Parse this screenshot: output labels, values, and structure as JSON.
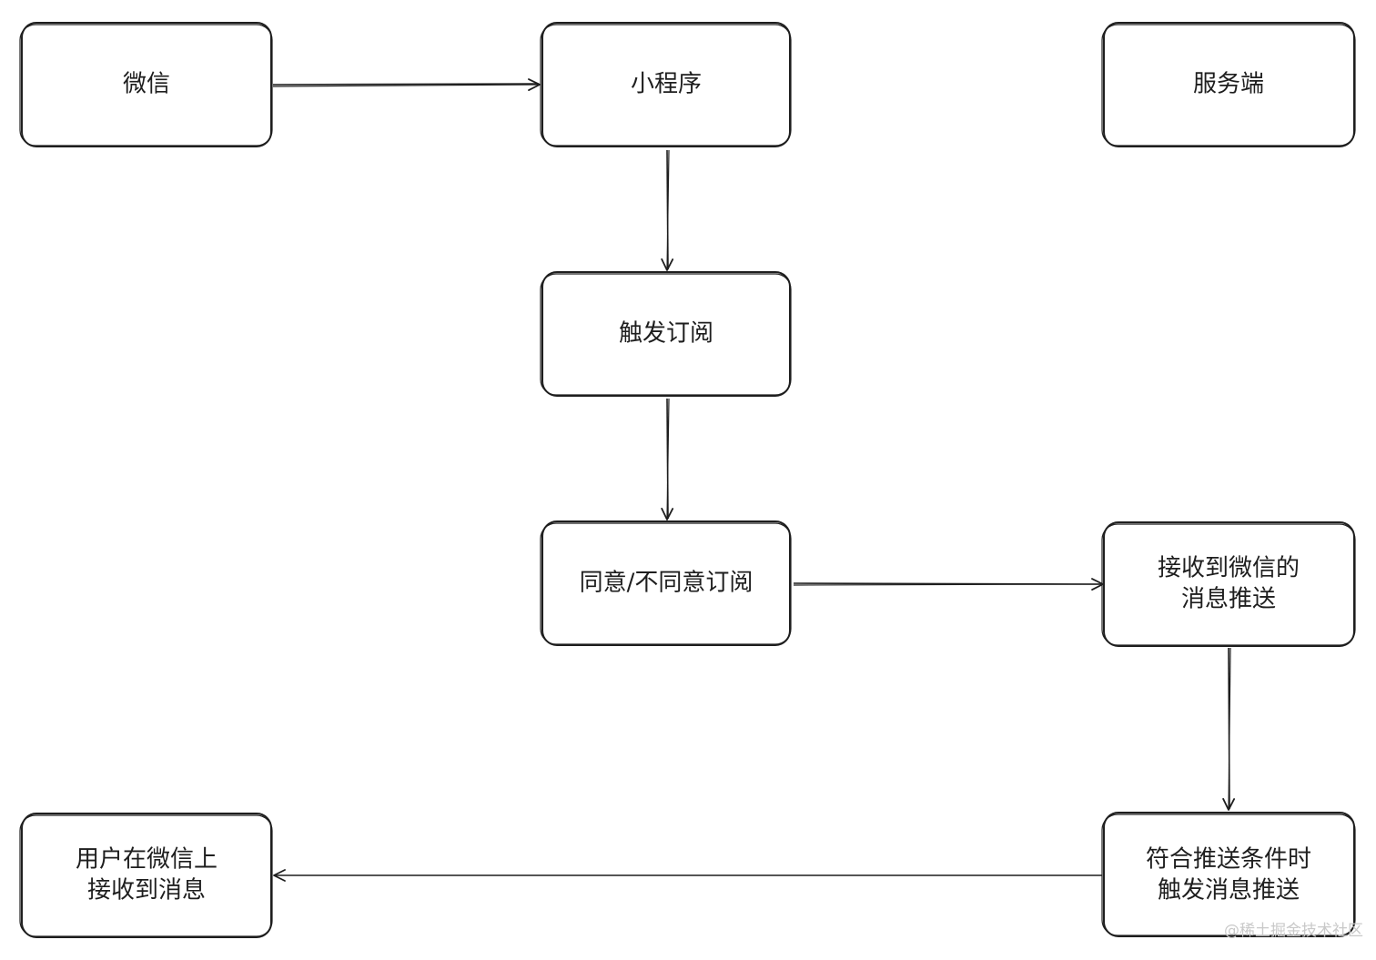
{
  "nodes": {
    "wechat": {
      "lines": [
        "微信"
      ]
    },
    "mini_program": {
      "lines": [
        "小程序"
      ]
    },
    "server": {
      "lines": [
        "服务端"
      ]
    },
    "trigger_subscribe": {
      "lines": [
        "触发订阅"
      ]
    },
    "agree_subscribe": {
      "lines": [
        "同意/不同意订阅"
      ]
    },
    "receive_push": {
      "lines": [
        "接收到微信的",
        "消息推送"
      ]
    },
    "condition_push": {
      "lines": [
        "符合推送条件时",
        "触发消息推送"
      ]
    },
    "user_receive": {
      "lines": [
        "用户在微信上",
        "接收到消息"
      ]
    }
  },
  "edges": [
    {
      "from": "wechat",
      "to": "mini_program"
    },
    {
      "from": "mini_program",
      "to": "trigger_subscribe"
    },
    {
      "from": "trigger_subscribe",
      "to": "agree_subscribe"
    },
    {
      "from": "agree_subscribe",
      "to": "receive_push"
    },
    {
      "from": "receive_push",
      "to": "condition_push"
    },
    {
      "from": "condition_push",
      "to": "user_receive"
    }
  ],
  "watermark": "@稀土掘金技术社区",
  "colors": {
    "stroke": "#1e1e1e",
    "background": "#ffffff",
    "watermark": "#c9c9c9"
  }
}
